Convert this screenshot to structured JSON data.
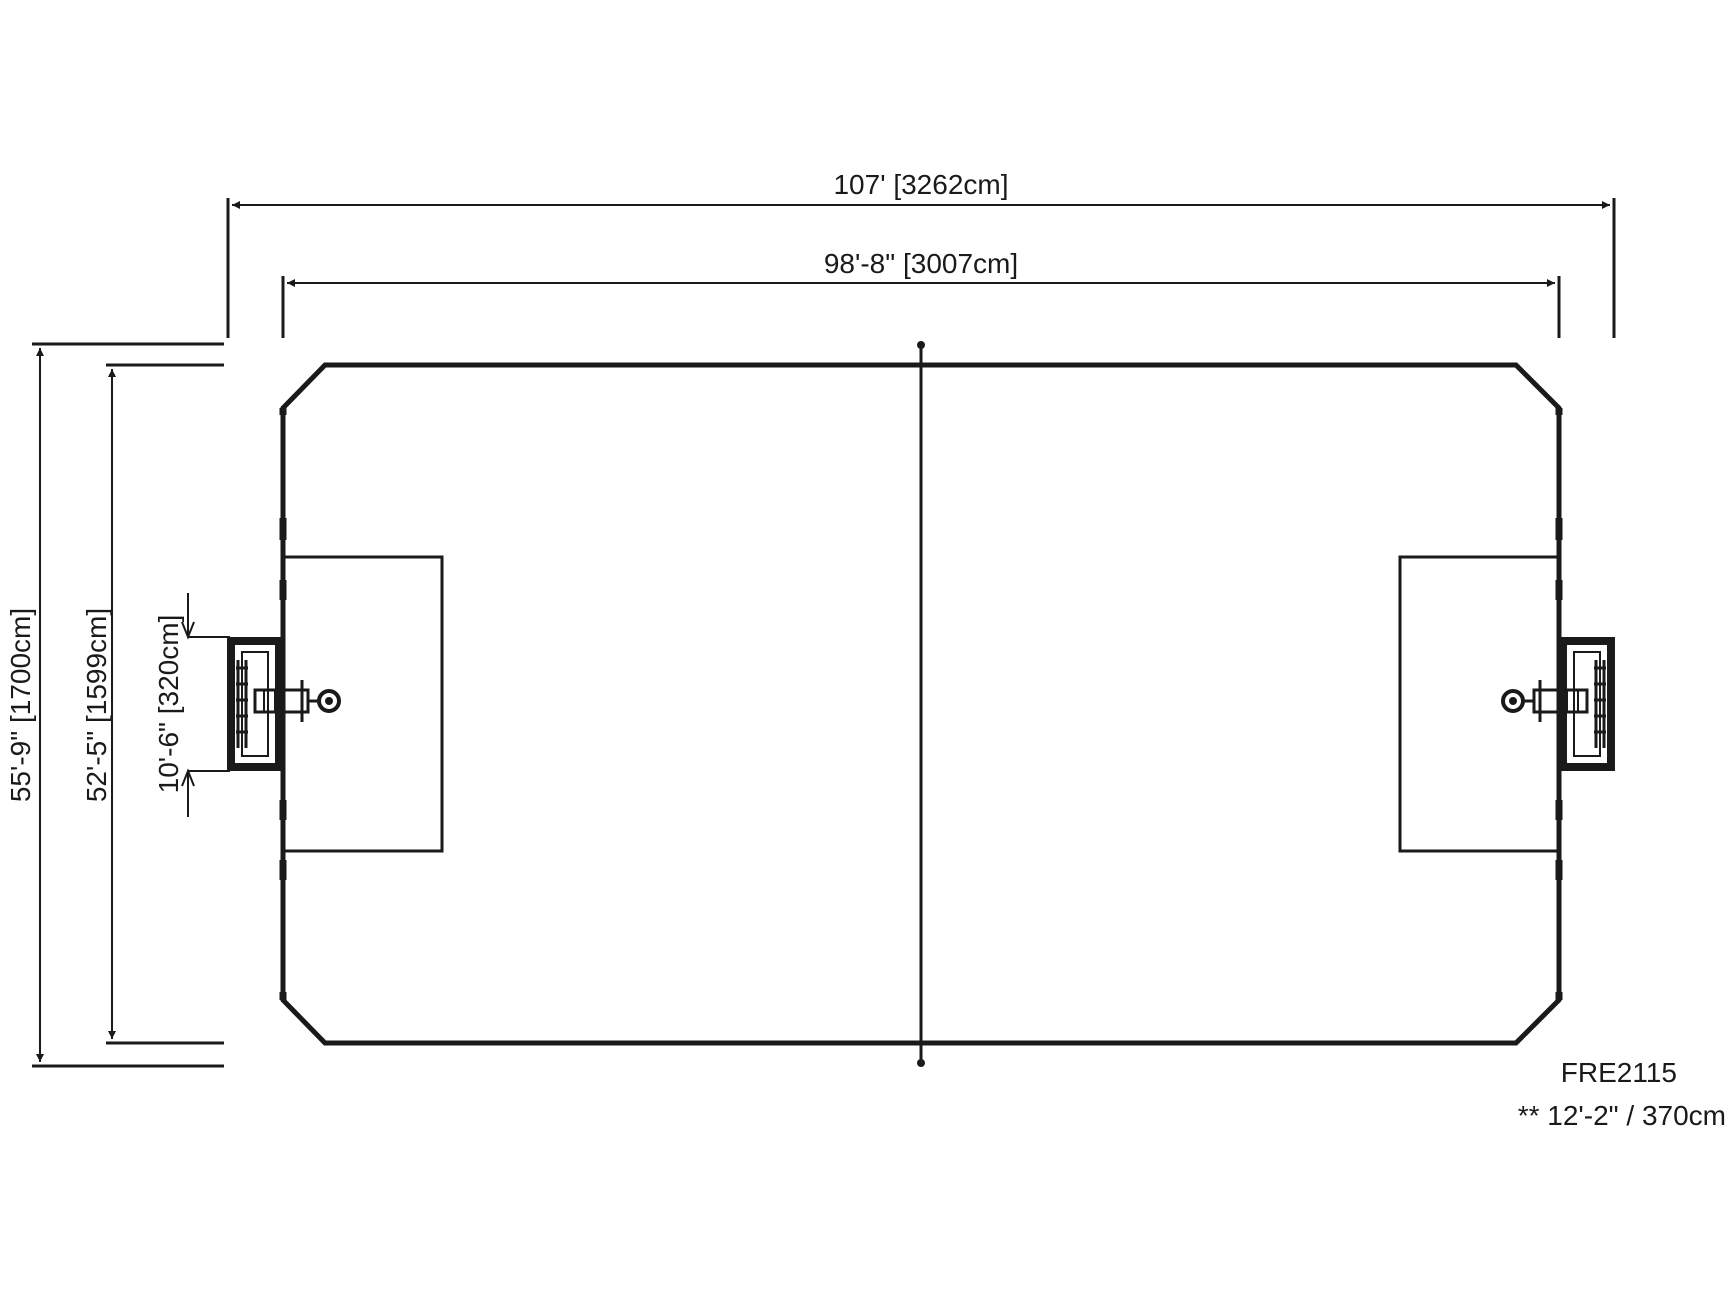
{
  "dimensions": {
    "overall_length": "107' [3262cm]",
    "field_length": "98'-8\" [3007cm]",
    "overall_width": "55'-9\" [1700cm]",
    "field_width": "52'-5\" [1599cm]",
    "goal_width": "10'-6\" [320cm]"
  },
  "notes": {
    "model": "FRE2115",
    "height_note": "** 12'-2\" / 370cm"
  },
  "colors": {
    "line": "#1a1a1a",
    "background": "#ffffff"
  }
}
